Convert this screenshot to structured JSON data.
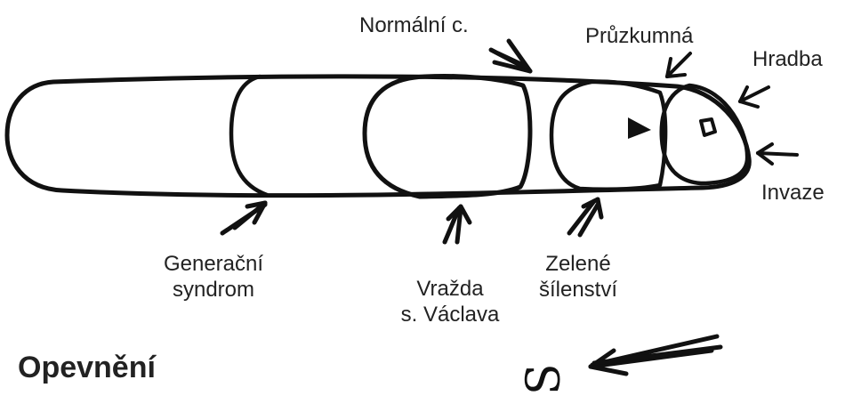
{
  "labels": {
    "normalni": "Normální c.",
    "pruzkumna": "Průzkumná",
    "hradba": "Hradba",
    "invaze": "Invaze",
    "generacni_1": "Generační",
    "generacni_2": "syndrom",
    "vrazda_1": "Vražda",
    "vrazda_2": "s. Václava",
    "zelene_1": "Zelené",
    "zelene_2": "šílenství",
    "direction_letter": "S"
  },
  "title": "Opevnění",
  "colors": {
    "ink": "#111111",
    "text": "#222222",
    "background": "#ffffff"
  },
  "icons": {
    "core_marker": "diamond-icon",
    "pointer": "triangle-arrow-icon"
  }
}
